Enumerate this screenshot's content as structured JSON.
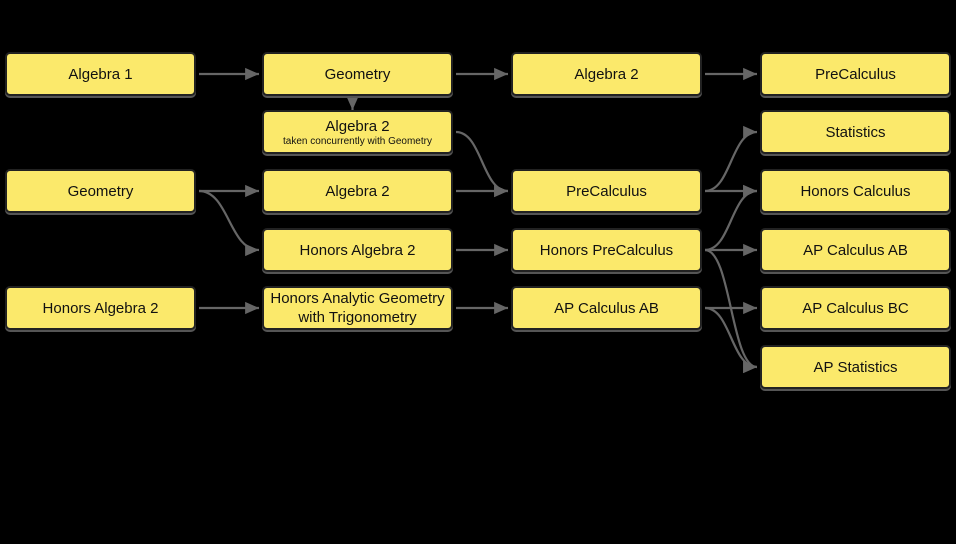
{
  "colors": {
    "background": "#000000",
    "node_fill": "#fbe96b",
    "node_border": "#222222",
    "edge": "#666666"
  },
  "nodes": {
    "c1_algebra1": {
      "label": "Algebra 1"
    },
    "c2_geometry": {
      "label": "Geometry"
    },
    "c3_algebra2": {
      "label": "Algebra 2"
    },
    "c4_precalculus": {
      "label": "PreCalculus"
    },
    "c2_algebra2_concurrent": {
      "label": "Algebra 2",
      "sublabel": "taken concurrently with Geometry"
    },
    "c4_statistics": {
      "label": "Statistics"
    },
    "c1_geometry": {
      "label": "Geometry"
    },
    "c2_algebra2": {
      "label": "Algebra 2"
    },
    "c3_precalculus": {
      "label": "PreCalculus"
    },
    "c4_honors_calculus": {
      "label": "Honors Calculus"
    },
    "c2_honors_algebra2": {
      "label": "Honors Algebra 2"
    },
    "c3_honors_precalculus": {
      "label": "Honors PreCalculus"
    },
    "c4_ap_calculus_ab": {
      "label": "AP Calculus AB"
    },
    "c1_honors_algebra2": {
      "label": "Honors Algebra 2"
    },
    "c2_honors_analytic": {
      "label": "Honors Analytic Geometry",
      "label2": "with Trigonometry"
    },
    "c3_ap_calculus_ab": {
      "label": "AP Calculus AB"
    },
    "c4_ap_calculus_bc": {
      "label": "AP Calculus BC"
    },
    "c4_ap_statistics": {
      "label": "AP Statistics"
    }
  },
  "edges": [
    [
      "c1_algebra1",
      "c2_geometry"
    ],
    [
      "c2_geometry",
      "c3_algebra2"
    ],
    [
      "c3_algebra2",
      "c4_precalculus"
    ],
    [
      "c2_geometry",
      "c2_algebra2_concurrent"
    ],
    [
      "c2_algebra2_concurrent",
      "c3_precalculus"
    ],
    [
      "c1_geometry",
      "c2_algebra2"
    ],
    [
      "c1_geometry",
      "c2_honors_algebra2"
    ],
    [
      "c2_algebra2",
      "c3_precalculus"
    ],
    [
      "c2_honors_algebra2",
      "c3_honors_precalculus"
    ],
    [
      "c1_honors_algebra2",
      "c2_honors_analytic"
    ],
    [
      "c2_honors_analytic",
      "c3_ap_calculus_ab"
    ],
    [
      "c3_precalculus",
      "c4_statistics"
    ],
    [
      "c3_precalculus",
      "c4_honors_calculus"
    ],
    [
      "c3_honors_precalculus",
      "c4_honors_calculus"
    ],
    [
      "c3_honors_precalculus",
      "c4_ap_calculus_ab"
    ],
    [
      "c3_honors_precalculus",
      "c4_ap_statistics"
    ],
    [
      "c3_ap_calculus_ab",
      "c4_ap_calculus_bc"
    ],
    [
      "c3_ap_calculus_ab",
      "c4_ap_statistics"
    ]
  ]
}
